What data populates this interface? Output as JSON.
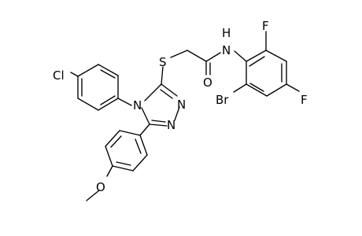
{
  "molecule": {
    "atoms": {
      "cl": "Cl",
      "s": "S",
      "n_amide": "N",
      "h_amide": "H",
      "o_carbonyl": "O",
      "f_top": "F",
      "f_para": "F",
      "br": "Br",
      "n_ring4": "N",
      "n_ring_a": "N",
      "n_ring_b": "N",
      "o_methoxy": "O"
    }
  }
}
